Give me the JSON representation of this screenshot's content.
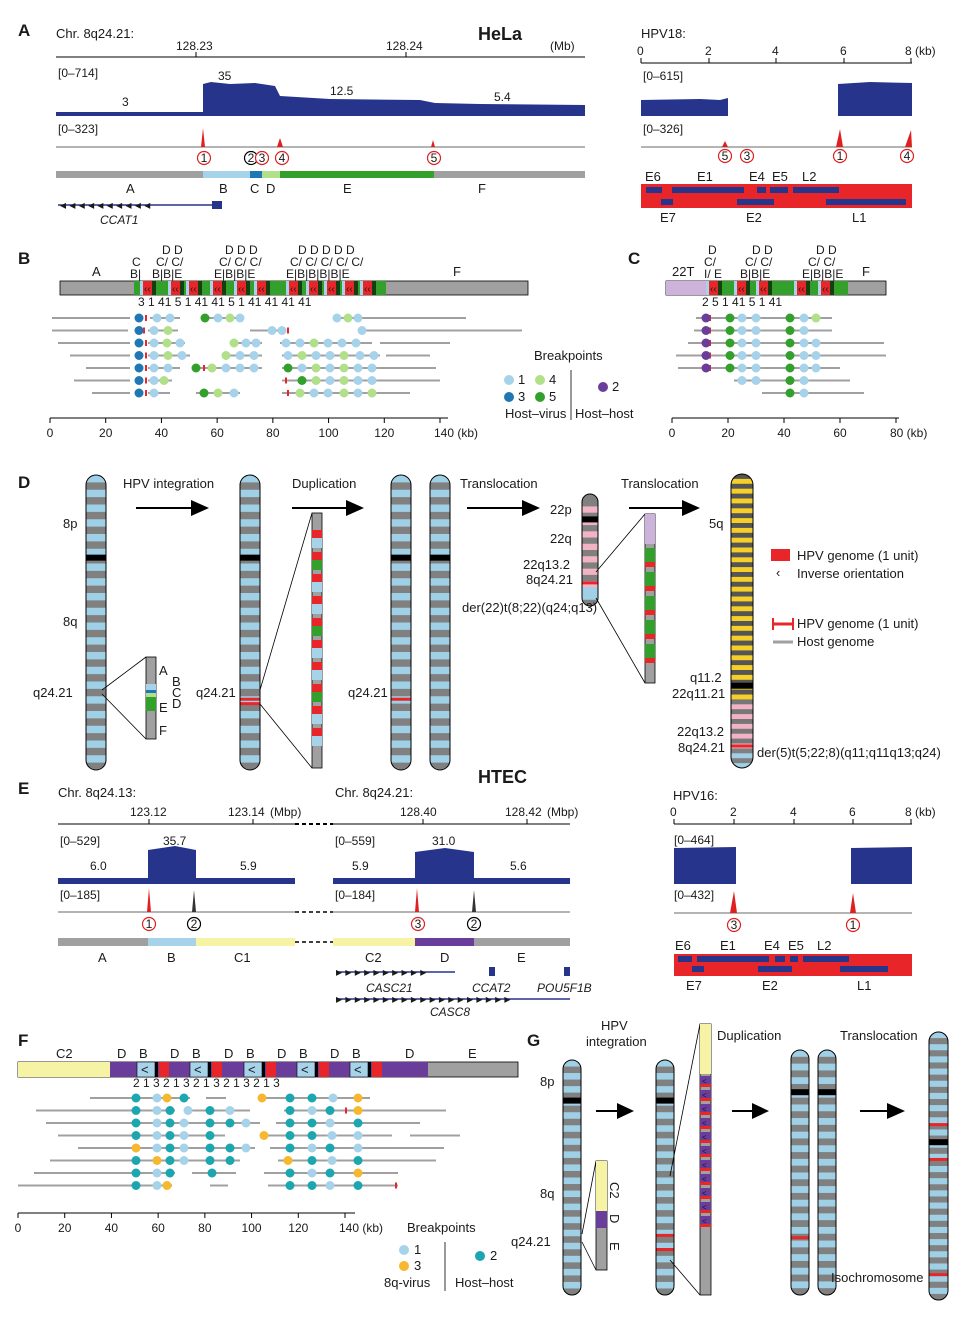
{
  "colors": {
    "coverage": "#26348c",
    "hpv": "#e8262a",
    "host": "#a0a0a0",
    "seg_b": "#a6d3ea",
    "seg_c": "#1f78b4",
    "seg_d": "#b2df8a",
    "seg_e": "#33a02c",
    "seg_22t": "#cdb3dc",
    "htec_c1": "#f7f3a5",
    "htec_d": "#6a3d9a",
    "chr_light": "#9fd0e6",
    "chr_dark": "#808080",
    "chr5": "#f6cf28",
    "chr22": "#f2b3c4"
  },
  "panelA": {
    "label": "A",
    "cell": "HeLa",
    "chr": "Chr. 8q24.21:",
    "ticks": [
      "128.23",
      "128.24"
    ],
    "unit": "(Mb)",
    "cov_range": "[0–714]",
    "cov_values": [
      "3",
      "35",
      "12.5",
      "5.4"
    ],
    "split_range": "[0–323]",
    "bp_labels": [
      "1",
      "2",
      "3",
      "4",
      "5"
    ],
    "segments": [
      "A",
      "B",
      "C",
      "D",
      "E",
      "F"
    ],
    "gene": "CCAT1",
    "hpv_title": "HPV18:",
    "hpv_ticks": [
      "0",
      "2",
      "4",
      "6",
      "8 (kb)"
    ],
    "hpv_cov_range": "[0–615]",
    "hpv_split_range": "[0–326]",
    "hpv_bp_labels": [
      "5",
      "3",
      "1",
      "4"
    ],
    "hpv_genes_top": [
      "E6",
      "E1",
      "E4",
      "E5",
      "L2"
    ],
    "hpv_genes_bottom": [
      "E7",
      "E2",
      "L1"
    ]
  },
  "panelB": {
    "label": "B",
    "segs_top": [
      "A",
      "F"
    ],
    "ticks": [
      "0",
      "20",
      "40",
      "60",
      "80",
      "100",
      "120",
      "140 (kb)"
    ],
    "bp_numbers": [
      "3",
      "1",
      "4",
      "1",
      "5",
      "1",
      "4",
      "1",
      "4",
      "1",
      "5",
      "1",
      "4",
      "1",
      "4",
      "1",
      "4",
      "1",
      "4",
      "1"
    ],
    "legend_title": "Breakpoints",
    "legend": [
      "1",
      "4",
      "3",
      "5",
      "2"
    ],
    "legend_host_virus": "Host–virus",
    "legend_host_host": "Host–host"
  },
  "panelC": {
    "label": "C",
    "segs_top": [
      "22T",
      "F"
    ],
    "ticks": [
      "0",
      "20",
      "40",
      "60",
      "80 (kb)"
    ],
    "bp_numbers": [
      "2",
      "5",
      "1",
      "4",
      "1",
      "5",
      "1",
      "4",
      "1"
    ]
  },
  "panelD": {
    "label": "D",
    "steps": [
      "HPV integration",
      "Duplication",
      "Translocation",
      "Translocation"
    ],
    "chr_labels": [
      "8p",
      "8q",
      "q24.21"
    ],
    "inset_segs": [
      "A",
      "B",
      "C",
      "D",
      "E",
      "F"
    ],
    "q2421_a": "q24.21",
    "q2421_b": "q24.21",
    "der22_labels": [
      "22p",
      "22q",
      "22q13.2",
      "8q24.21"
    ],
    "der22": "der(22)t(8;22)(q24;q13)",
    "der5_labels": [
      "5q",
      "q11.2",
      "22q11.21",
      "22q13.2",
      "8q24.21"
    ],
    "der5": "der(5)t(5;22;8)(q11;q11q13;q24)",
    "legend": [
      "HPV genome (1 unit)",
      "Inverse orientation",
      "HPV genome (1 unit)",
      "Host genome"
    ]
  },
  "panelE": {
    "label": "E",
    "cell": "HTEC",
    "chr1": "Chr. 8q24.13:",
    "ticks1": [
      "123.12",
      "123.14"
    ],
    "unit1": "(Mbp)",
    "chr2": "Chr. 8q24.21:",
    "ticks2": [
      "128.40",
      "128.42"
    ],
    "unit2": "(Mbp)",
    "cov_range1": "[0–529]",
    "cov_range2": "[0–559]",
    "cov_values1": [
      "6.0",
      "35.7",
      "5.9"
    ],
    "cov_values2": [
      "5.9",
      "31.0",
      "5.6"
    ],
    "split_range1": "[0–185]",
    "split_range2": "[0–184]",
    "bp_labels": [
      "1",
      "2",
      "3",
      "2"
    ],
    "segments": [
      "A",
      "B",
      "C1",
      "C2",
      "D",
      "E"
    ],
    "genes": [
      "CASC21",
      "CCAT2",
      "POU5F1B",
      "CASC8"
    ],
    "hpv_title": "HPV16:",
    "hpv_ticks": [
      "0",
      "2",
      "4",
      "6",
      "8 (kb)"
    ],
    "hpv_cov_range": "[0–464]",
    "hpv_split_range": "[0–432]",
    "hpv_bp_labels": [
      "3",
      "1"
    ],
    "hpv_genes_top": [
      "E6",
      "E1",
      "E4",
      "E5",
      "L2"
    ],
    "hpv_genes_bottom": [
      "E7",
      "E2",
      "L1"
    ]
  },
  "panelF": {
    "label": "F",
    "segs_top": [
      "C2",
      "D",
      "D",
      "D",
      "D",
      "D",
      "D",
      "E"
    ],
    "ticks": [
      "0",
      "20",
      "40",
      "60",
      "80",
      "100",
      "120",
      "140 (kb)"
    ],
    "bp_numbers": [
      "2",
      "1",
      "3",
      "2",
      "1",
      "3",
      "2",
      "1",
      "3",
      "2",
      "1",
      "3",
      "2",
      "1",
      "3"
    ],
    "legend_title": "Breakpoints",
    "legend": [
      "1",
      "3",
      "2"
    ],
    "legend_8q_virus": "8q-virus",
    "legend_host_host": "Host–host"
  },
  "panelG": {
    "label": "G",
    "steps": [
      "HPV integration",
      "Duplication",
      "Translocation"
    ],
    "chr_labels": [
      "8p",
      "8q",
      "q24.21"
    ],
    "inset_segs": [
      "C2",
      "D",
      "E"
    ],
    "isochromosome": "Isochromosome"
  }
}
